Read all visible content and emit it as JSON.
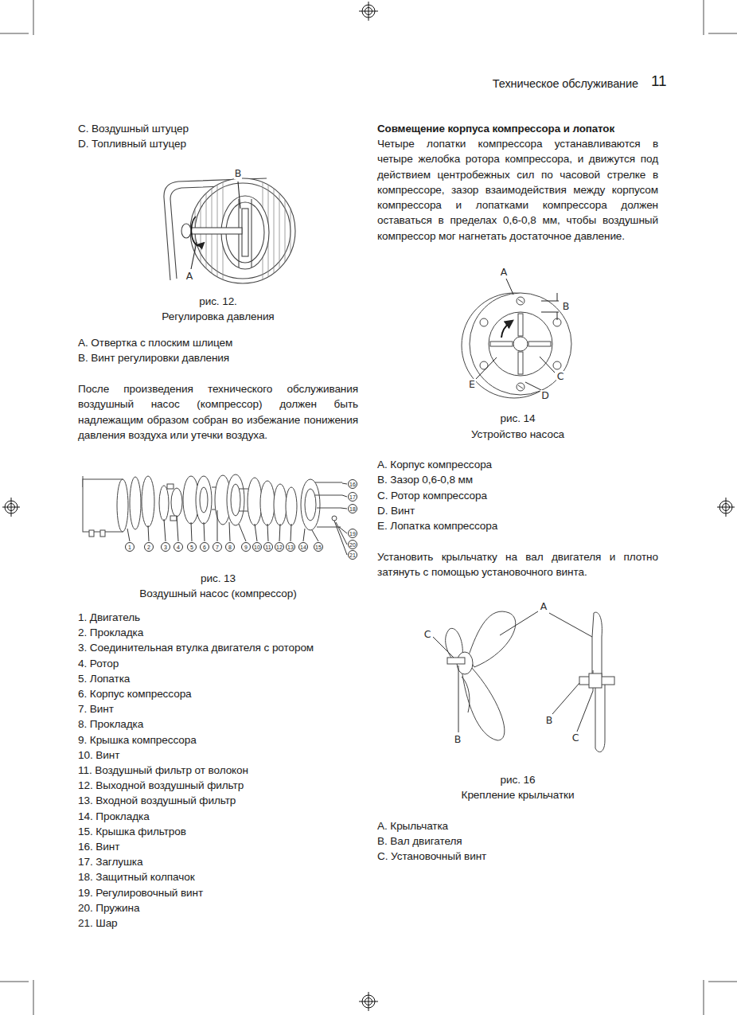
{
  "diagram": {
    "title": "Техническое обслуживание",
    "nodes": [
      {
        "text": [
          "1"
        ]
      },
      {
        "text": [
          "2"
        ]
      },
      {
        "text": [
          "3"
        ]
      },
      {
        "text": [
          "4"
        ]
      },
      {
        "text": [
          "5"
        ]
      },
      {
        "text": [
          "6"
        ]
      },
      {
        "text": [
          "7"
        ]
      },
      {
        "text": [
          "8"
        ]
      },
      {
        "text": [
          "9"
        ]
      },
      {
        "text": [
          "10"
        ]
      },
      {
        "text": [
          "11"
        ]
      },
      {
        "text": [
          "12"
        ]
      },
      {
        "text": [
          "13"
        ]
      },
      {
        "text": [
          "14"
        ]
      },
      {
        "text": [
          "15"
        ]
      },
      {
        "text": [
          "16"
        ]
      },
      {
        "text": [
          "17"
        ]
      },
      {
        "text": [
          "18"
        ]
      },
      {
        "text": [
          "19"
        ]
      },
      {
        "text": [
          "20"
        ]
      },
      {
        "text": [
          "21"
        ]
      }
    ],
    "labels": [
      "11",
      "C. Воздушный штуцер",
      "D. Топливный штуцер",
      "B",
      "A",
      "рис. 12.",
      "Регулировка давления",
      "A. Отвертка с плоским шлицем",
      "B. Винт регулировки давления",
      "После произведения технического обслуживания воздушный насос (компрессор) должен быть надлежащим образом собран во избежание понижения давления воздуха или утечки воздуха.",
      "рис. 13",
      "Воздушный насос (компрессор)",
      "1. Двигатель",
      "2. Прокладка",
      "3. Соединительная втулка двигателя с ротором",
      "4. Ротор",
      "5. Лопатка",
      "6. Корпус компрессора",
      "7. Винт",
      "8. Прокладка",
      "9. Крышка компрессора",
      "10. Винт",
      "11. Воздушный фильтр от волокон",
      "12. Выходной воздушный фильтр",
      "13. Входной воздушный фильтр",
      "14. Прокладка",
      "15. Крышка фильтров",
      "16. Винт",
      "17. Заглушка",
      "18. Защитный колпачок",
      "19. Регулировочный винт",
      "20. Пружина",
      "21. Шар",
      "Совмещение корпуса компрессора и лопаток",
      "Четыре лопатки компрессора устанавливаются в четыре желобка ротора компрессора, и движутся под действием центробежных сил по часовой стрелке в компрессоре, зазор взаимодействия между корпусом компрессора и лопатками компрессора должен оставаться в пределах 0,6-0,8 мм, чтобы воздушный компрессор мог нагнетать достаточное давление.",
      "A",
      "B",
      "E",
      "C",
      "D",
      "рис. 14",
      "Устройство насоса",
      "A. Корпус компрессора",
      "B. Зазор 0,6-0,8 мм",
      "C. Ротор компрессора",
      "D. Винт",
      "E. Лопатка компрессора",
      "Установить крыльчатку на вал двигателя и плотно затянуть с помощью установочного винта.",
      "A",
      "C",
      "B",
      "B",
      "C",
      "рис. 16",
      "Крепление крыльчатки",
      "A. Крыльчатка",
      "B. Вал двигателя",
      "C. Установочный винт"
    ]
  }
}
